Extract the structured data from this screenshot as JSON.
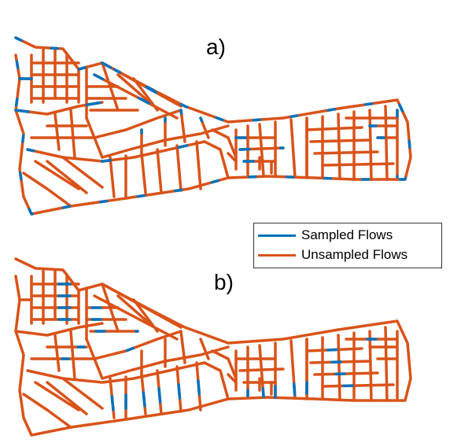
{
  "panels": [
    {
      "label": "a)"
    },
    {
      "label": "b)"
    }
  ],
  "legend": {
    "items": [
      {
        "label": "Sampled Flows",
        "color": "#0072bd"
      },
      {
        "label": "Unsampled Flows",
        "color": "#d95319"
      }
    ]
  }
}
